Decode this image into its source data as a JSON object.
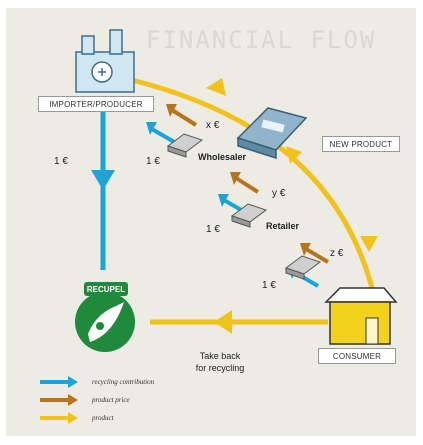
{
  "title": "FINANCIAL FLOW",
  "boxes": {
    "importer": "IMPORTER/PRODUCER",
    "new_product": "NEW PRODUCT",
    "consumer": "CONSUMER"
  },
  "actors": {
    "wholesaler": "Wholesaler",
    "retailer": "Retailer"
  },
  "prices": {
    "x": "x €",
    "y": "y €",
    "z": "z €"
  },
  "contributions": {
    "importer_left": "1 €",
    "wholesaler": "1 €",
    "retailer": "1 €",
    "consumer": "1 €"
  },
  "recupel": "RECUPEL",
  "take_back": [
    "Take back",
    "for recycling"
  ],
  "legend": [
    {
      "label": "recycling contribution",
      "color": "#1aa4d8"
    },
    {
      "label": "product price",
      "color": "#b8741c"
    },
    {
      "label": "product",
      "color": "#f2c21a"
    }
  ],
  "colors": {
    "recycling": "#1aa4d8",
    "price": "#b8741c",
    "product": "#f2c21a",
    "recupel_green": "#1f8a3c"
  }
}
